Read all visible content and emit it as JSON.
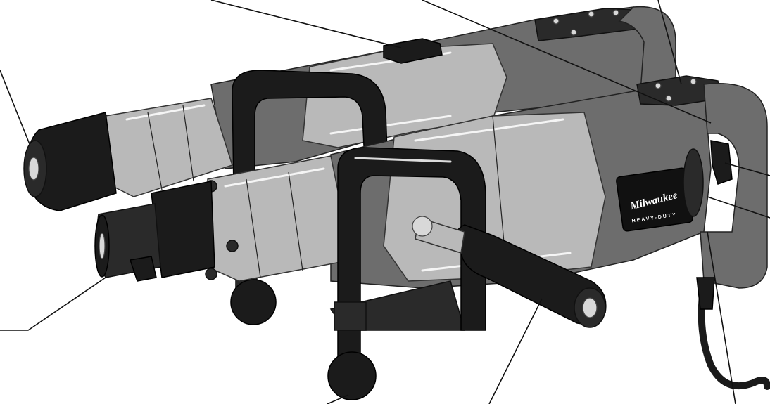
{
  "figure": {
    "brand_logo_text": "Milwaukee",
    "brand_sub_text": "HEAVY-DUTY",
    "colors": {
      "background": "#ffffff",
      "tool_dark": "#2a2a2a",
      "tool_mid": "#6d6d6d",
      "tool_light": "#b9b9b9",
      "leader_line": "#111111"
    },
    "tools": [
      "upper-rotary-hammer",
      "lower-rotary-hammer"
    ],
    "callout_count": 10
  }
}
